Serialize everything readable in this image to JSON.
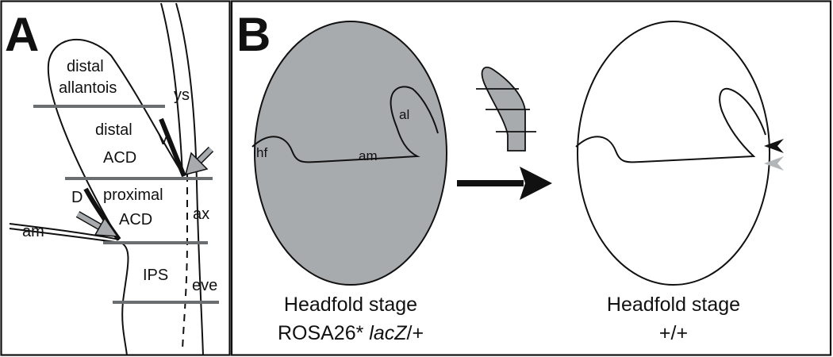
{
  "panel_a": {
    "letter": "A",
    "labels": {
      "distal_allantois_1": "distal",
      "distal_allantois_2": "allantois",
      "ys": "ys",
      "distal_acd_1": "distal",
      "distal_acd_2": "ACD",
      "v": "V",
      "d": "D",
      "proximal_acd_1": "proximal",
      "proximal_acd_2": "ACD",
      "ax": "ax",
      "am": "am",
      "ips": "IPS",
      "eve": "eve"
    }
  },
  "panel_b": {
    "letter": "B",
    "labels": {
      "al": "al",
      "hf": "hf",
      "am": "am"
    },
    "caption_left_line1": "Headfold stage",
    "caption_left_line2": "ROSA26* ",
    "caption_left_line2_italic": "lacZ",
    "caption_left_line2_tail": "/+",
    "caption_right_line1": "Headfold stage",
    "caption_right_line2": "+/+"
  },
  "colors": {
    "gray_fill": "#a8abae",
    "section_line": "#6b6e70",
    "black_arrowhead": "#111111",
    "gray_arrowhead": "#b3b6b8"
  }
}
